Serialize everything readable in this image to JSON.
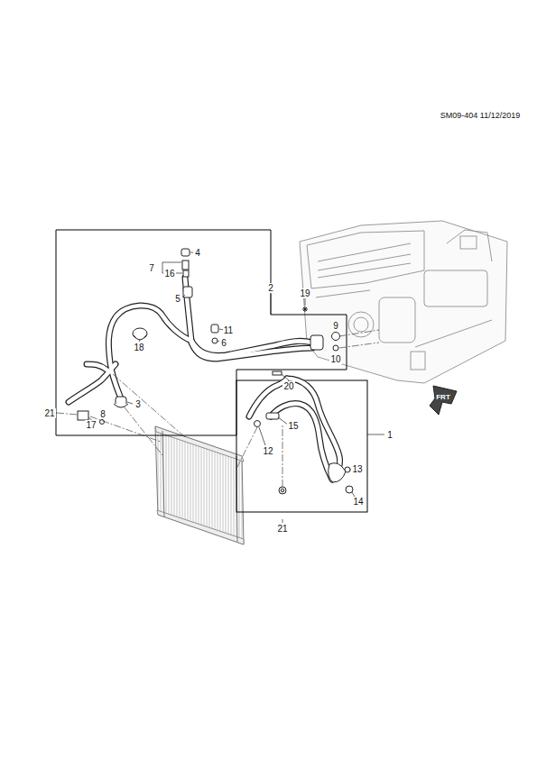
{
  "diagram": {
    "labels": [
      "SM09-404 11/12/2019",
      "4",
      "7",
      "16",
      "5",
      "2",
      "19",
      "11",
      "9",
      "18",
      "6",
      "10",
      "20",
      "21",
      "3",
      "8",
      "17",
      "1",
      "15",
      "12",
      "13",
      "14",
      "21",
      "FRT"
    ]
  }
}
